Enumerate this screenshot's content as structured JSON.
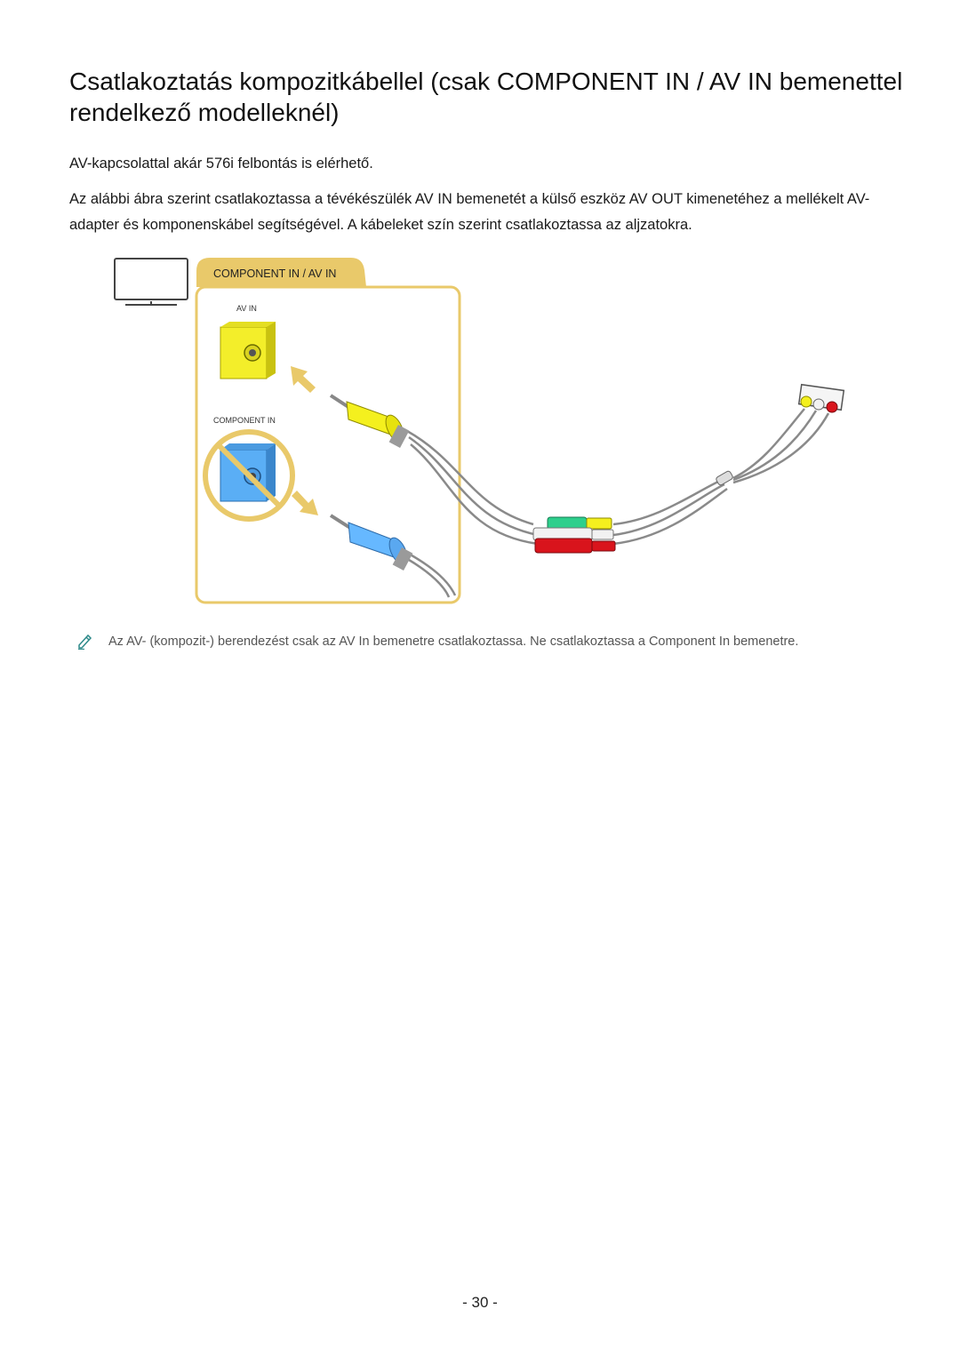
{
  "title": "Csatlakoztatás kompozitkábellel (csak COMPONENT IN / AV IN bemenettel rendelkező modelleknél)",
  "paragraphs": [
    "AV-kapcsolattal akár 576i felbontás is elérhető.",
    "Az alábbi ábra szerint csatlakoztassa a tévékészülék AV IN bemenetét a külső eszköz AV OUT kimenetéhez a mellékelt AV-adapter és komponenskábel segítségével. A kábeleket szín szerint csatlakoztassa az aljzatokra."
  ],
  "diagram": {
    "tab_label": "COMPONENT IN / AV IN",
    "av_in_label": "AV IN",
    "component_in_label": "COMPONENT IN",
    "colors": {
      "accent": "#e9c96a",
      "av_in_port": "#f3ee2a",
      "component_port": "#5aaef5",
      "plug_yellow": "#f4f01e",
      "plug_blue": "#66b8ff",
      "plug_green": "#2ecf8c",
      "plug_white": "#f2f2f2",
      "plug_red": "#d9141c",
      "cable": "#8a8a8a"
    },
    "icons": [
      "tv-icon",
      "prohibited-icon",
      "arrow-icon"
    ]
  },
  "note": {
    "icon": "pencil-note-icon",
    "text": "Az AV- (kompozit-) berendezést csak az AV In bemenetre csatlakoztassa. Ne csatlakoztassa a Component In bemenetre."
  },
  "page_number": "- 30 -"
}
